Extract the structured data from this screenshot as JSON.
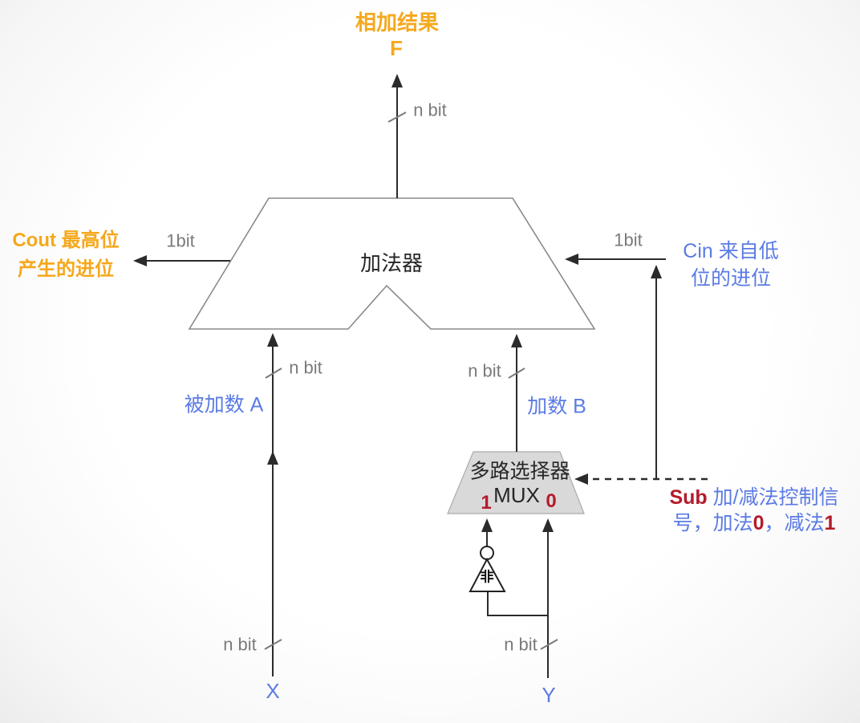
{
  "diagram": {
    "result": {
      "line1": "相加结果",
      "line2": "F"
    },
    "adder": {
      "label": "加法器"
    },
    "mux": {
      "line1": "多路选择器",
      "line2": "MUX",
      "input_one": "1",
      "input_zero": "0"
    },
    "not_gate": {
      "label": "非"
    },
    "cout": {
      "line1": "Cout 最高位",
      "line2": "产生的进位"
    },
    "cin": {
      "line1": "Cin 来自低",
      "line2": "位的进位"
    },
    "operands": {
      "addend_a": "被加数 A",
      "addend_b": "加数 B",
      "x": "X",
      "y": "Y"
    },
    "sub_signal": {
      "p1": "Sub",
      "p2": " 加/减法控制信",
      "p3": "号，加法",
      "p4": "0",
      "p5": "，减法",
      "p6": "1"
    },
    "bus_widths": {
      "f": "n bit",
      "a": "n bit",
      "b": "n bit",
      "x": "n bit",
      "y": "n bit",
      "cout": "1bit",
      "cin": "1bit"
    },
    "colors": {
      "accent_orange": "#F5A81C",
      "accent_blue": "#5B7BE4",
      "accent_red": "#B51B2B",
      "line": "#2B2B2B",
      "shape_outline": "#8A8A8A",
      "mux_fill": "#D9D9D9",
      "muted_gray": "#7A7A7A"
    }
  }
}
